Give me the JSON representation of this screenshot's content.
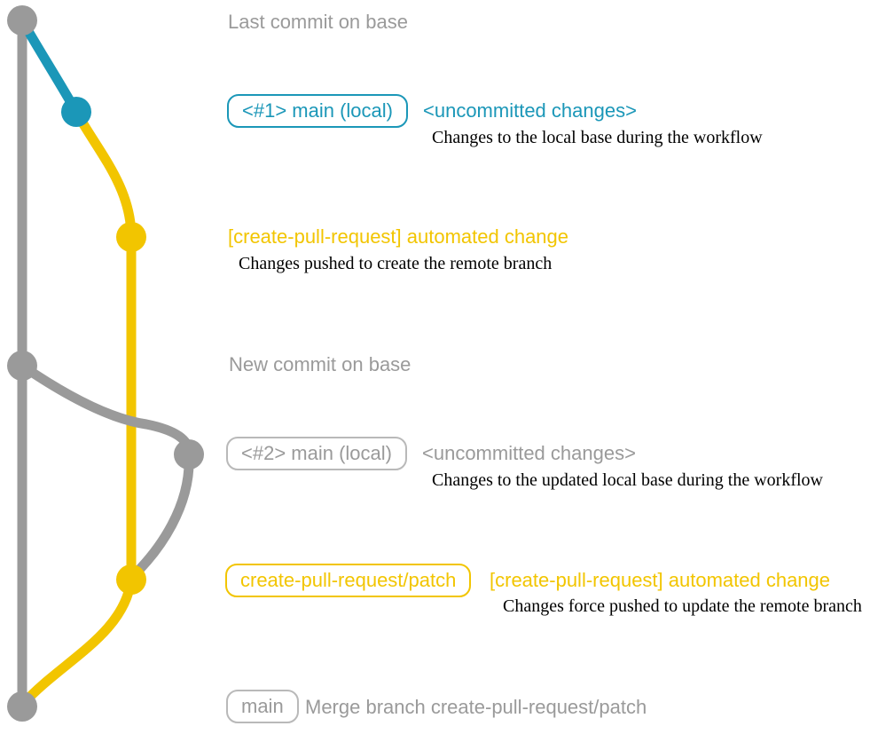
{
  "colors": {
    "base_gray": "#9a9a9a",
    "badge_gray": "#b9b9b9",
    "local_teal": "#1b97b8",
    "branch_yellow": "#f2c500",
    "desc_black": "#000000",
    "bg": "#ffffff"
  },
  "graph": {
    "commits": [
      {
        "name": "last-commit-on-base",
        "color": "gray"
      },
      {
        "name": "local-commit-1",
        "color": "teal"
      },
      {
        "name": "patch-commit-1",
        "color": "yellow"
      },
      {
        "name": "new-commit-on-base",
        "color": "gray"
      },
      {
        "name": "local-commit-2",
        "color": "gray"
      },
      {
        "name": "patch-commit-2",
        "color": "yellow"
      },
      {
        "name": "merge-commit",
        "color": "gray"
      }
    ]
  },
  "annotations": {
    "last_commit": "Last commit on base",
    "row1": {
      "badge": "<#1> main (local)",
      "title": "<uncommitted changes>",
      "description": "Changes to the local base during the workflow"
    },
    "row2": {
      "title": "[create-pull-request] automated change",
      "description": "Changes pushed to create the remote branch"
    },
    "new_commit": "New commit on base",
    "row3": {
      "badge": "<#2> main (local)",
      "title": "<uncommitted changes>",
      "description": "Changes to the updated local base during the workflow"
    },
    "row4": {
      "badge": "create-pull-request/patch",
      "title": "[create-pull-request] automated change",
      "description": "Changes force pushed to update the remote branch"
    },
    "merge": {
      "badge": "main",
      "title": "Merge branch create-pull-request/patch"
    }
  }
}
